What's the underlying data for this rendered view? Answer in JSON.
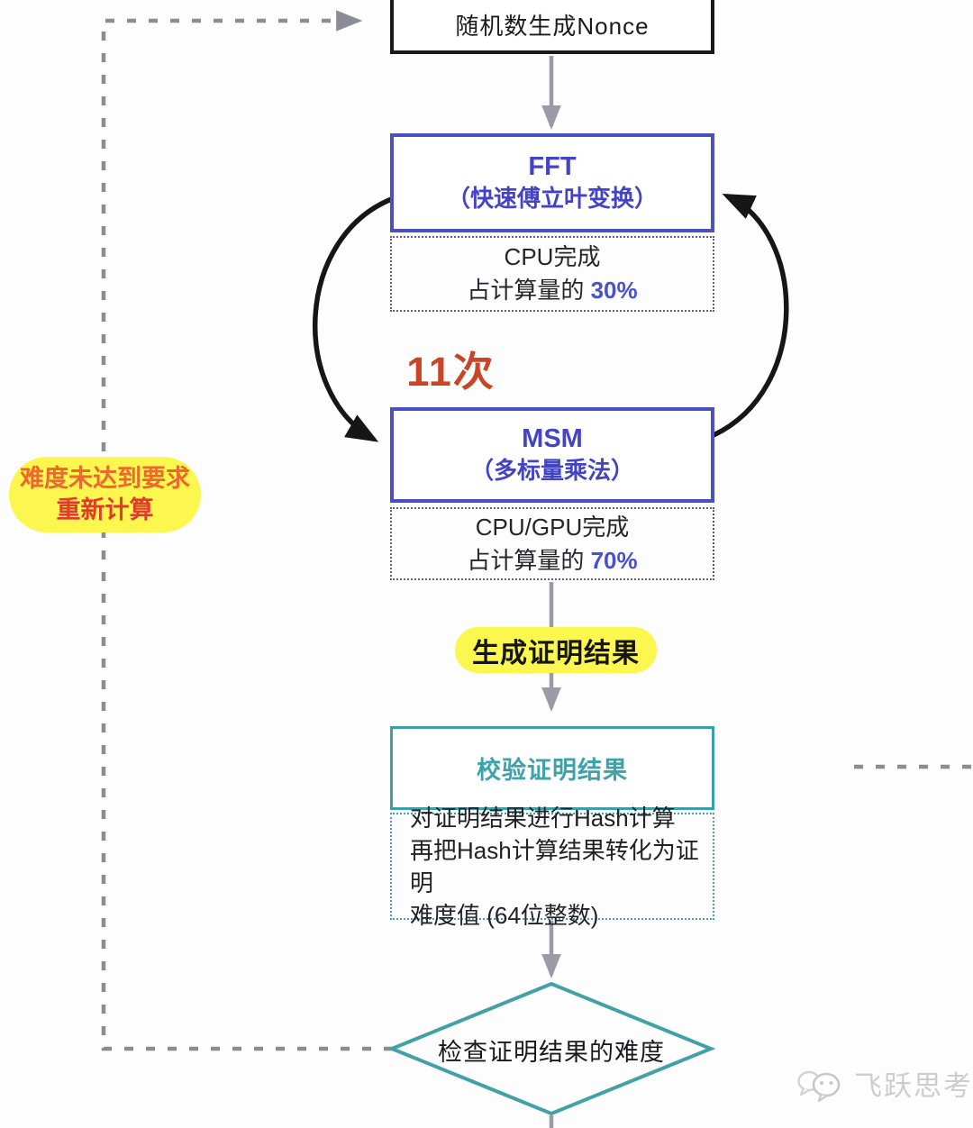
{
  "palette": {
    "box_black": "#1a1a1a",
    "blue_border": "#4a50bf",
    "blue_text": "#4343c8",
    "percent_blue": "#4a50d2",
    "teal": "#3aa0a8",
    "diamond_teal": "#42a1a6",
    "loop_red": "#cb4426",
    "bubble_orange": "#ec682e",
    "bubble_red": "#df3c2a",
    "yellow": "#fbf74e",
    "connector_gray": "#9b9aa6",
    "dashed_gray": "#8c8c96",
    "arc_black": "#161616",
    "watermark_gray": "#cdcdcd"
  },
  "flow": {
    "nonce": {
      "label": "随机数生成Nonce"
    },
    "fft": {
      "title": "FFT",
      "subtitle": "（快速傅立叶变换）"
    },
    "fft_note": {
      "line1": "CPU完成",
      "line2_prefix": "占计算量的 ",
      "line2_value": "30%"
    },
    "loop_count": "11次",
    "msm": {
      "title": "MSM",
      "subtitle": "（多标量乘法）"
    },
    "msm_note": {
      "line1": "CPU/GPU完成",
      "line2_prefix": "占计算量的 ",
      "line2_value": "70%"
    },
    "generate_label": "生成证明结果",
    "retry_bubble": {
      "line1": "难度未达到要求",
      "line2": "重新计算"
    },
    "verify": {
      "label": "校验证明结果"
    },
    "verify_note": {
      "line1": "对证明结果进行Hash计算",
      "line2": "再把Hash计算结果转化为证明",
      "line3": "难度值 (64位整数)"
    },
    "check": {
      "label": "检查证明结果的难度"
    }
  },
  "watermark": {
    "label": "飞跃思考"
  }
}
